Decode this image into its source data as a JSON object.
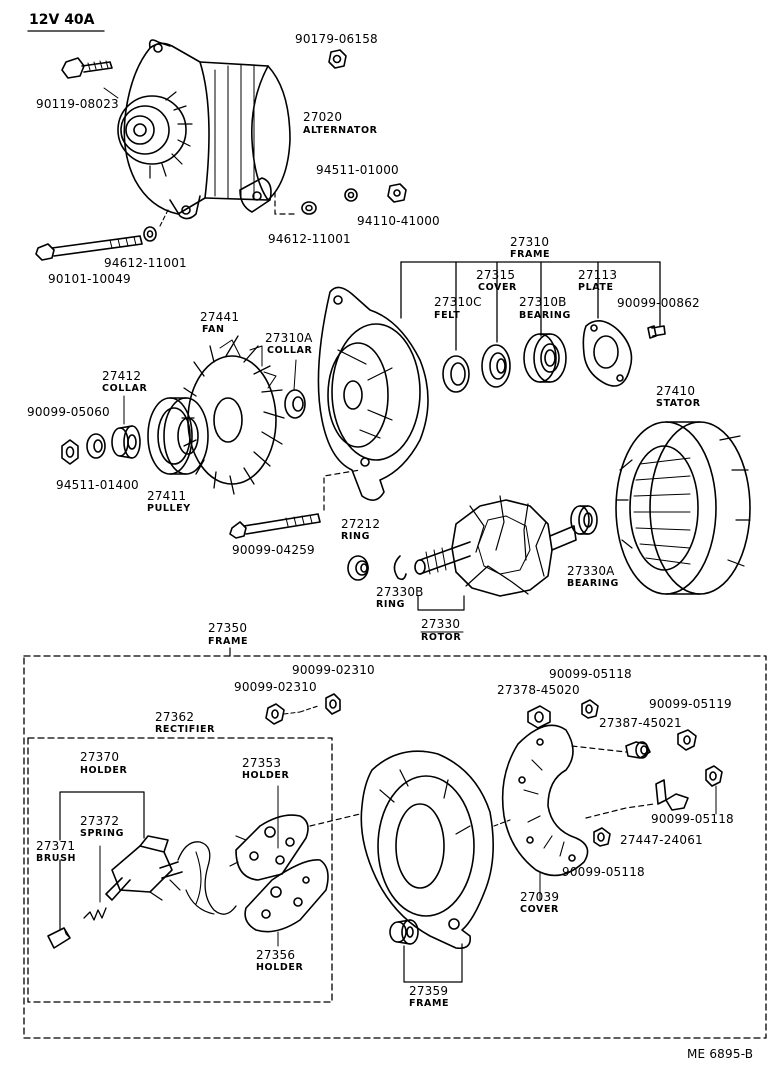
{
  "title": "12V  40A",
  "footer_code": "ME  6895-B",
  "parts": {
    "alternator": {
      "num": "27020",
      "name": "ALTERNATOR"
    },
    "bolt_90119": {
      "num": "90119-08023"
    },
    "nut_90179": {
      "num": "90179-06158"
    },
    "washer_94511_01000": {
      "num": "94511-01000"
    },
    "nut_94110": {
      "num": "94110-41000"
    },
    "washer_94612_a": {
      "num": "94612-11001"
    },
    "washer_94612_b": {
      "num": "94612-11001"
    },
    "bolt_90101": {
      "num": "90101-10049"
    },
    "frame_27310": {
      "num": "27310",
      "name": "FRAME"
    },
    "cover_27315": {
      "num": "27315",
      "name": "COVER"
    },
    "plate_27113": {
      "num": "27113",
      "name": "PLATE"
    },
    "felt_27310c": {
      "num": "27310C",
      "name": "FELT"
    },
    "bearing_27310b": {
      "num": "27310B",
      "name": "BEARING"
    },
    "screw_90099_00862": {
      "num": "90099-00862"
    },
    "fan_27441": {
      "num": "27441",
      "name": "FAN"
    },
    "collar_27310a": {
      "num": "27310A",
      "name": "COLLAR"
    },
    "collar_27412": {
      "num": "27412",
      "name": "COLLAR"
    },
    "stator_27410": {
      "num": "27410",
      "name": "STATOR"
    },
    "nut_90099_05060": {
      "num": "90099-05060"
    },
    "washer_94511_01400": {
      "num": "94511-01400"
    },
    "pulley_27411": {
      "num": "27411",
      "name": "PULLEY"
    },
    "bolt_90099_04259": {
      "num": "90099-04259"
    },
    "ring_27212": {
      "num": "27212",
      "name": "RING"
    },
    "bearing_27330a": {
      "num": "27330A",
      "name": "BEARING"
    },
    "ring_27330b": {
      "num": "27330B",
      "name": "RING"
    },
    "rotor_27330": {
      "num": "27330",
      "name": "ROTOR"
    },
    "frame_27350": {
      "num": "27350",
      "name": "FRAME"
    },
    "nut_90099_02310_a": {
      "num": "90099-02310"
    },
    "nut_90099_02310_b": {
      "num": "90099-02310"
    },
    "nut_90099_05118_a": {
      "num": "90099-05118"
    },
    "bushing_27378": {
      "num": "27378-45020"
    },
    "nut_90099_05119": {
      "num": "90099-05119"
    },
    "bushing_27387": {
      "num": "27387-45021"
    },
    "rectifier_27362": {
      "num": "27362",
      "name": "RECTIFIER"
    },
    "holder_27370": {
      "num": "27370",
      "name": "HOLDER"
    },
    "holder_27353": {
      "num": "27353",
      "name": "HOLDER"
    },
    "spring_27372": {
      "num": "27372",
      "name": "SPRING"
    },
    "brush_27371": {
      "num": "27371",
      "name": "BRUSH"
    },
    "nut_90099_05118_b": {
      "num": "90099-05118"
    },
    "terminal_27447": {
      "num": "27447-24061"
    },
    "nut_90099_05118_c": {
      "num": "90099-05118"
    },
    "cover_27039": {
      "num": "27039",
      "name": "COVER"
    },
    "holder_27356": {
      "num": "27356",
      "name": "HOLDER"
    },
    "frame_27359": {
      "num": "27359",
      "name": "FRAME"
    }
  }
}
